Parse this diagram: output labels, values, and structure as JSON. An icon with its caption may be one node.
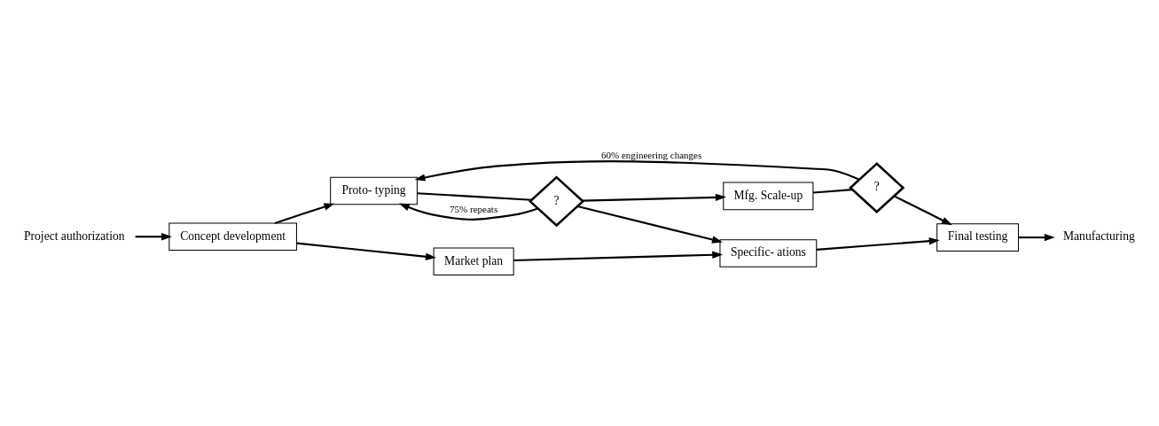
{
  "diagram": {
    "nodes": [
      {
        "text": [
          "Concept development"
        ]
      },
      {
        "text": [
          "Project authorization"
        ]
      },
      {
        "text": [
          "Proto- typing"
        ]
      },
      {
        "text": [
          "?"
        ]
      },
      {
        "text": [
          "Mfg. Scale-up"
        ]
      },
      {
        "text": [
          "?"
        ]
      },
      {
        "text": [
          "Final testing"
        ]
      },
      {
        "text": [
          "Market plan"
        ]
      },
      {
        "text": [
          "Specific- ations"
        ]
      },
      {
        "text": [
          "Manufacturing"
        ]
      }
    ],
    "edges": [
      {
        "from": 1,
        "to": 0,
        "arrow": "to"
      },
      {
        "from": 0,
        "to": 2,
        "arrow": "to"
      },
      {
        "from": 0,
        "to": 7,
        "arrow": "to"
      },
      {
        "from": 2,
        "to": 3,
        "arrow": "none"
      },
      {
        "from": 3,
        "to": 2,
        "arrow": "to",
        "label": "75% repeats"
      },
      {
        "from": 3,
        "to": 4,
        "arrow": "to"
      },
      {
        "from": 3,
        "to": 8,
        "arrow": "to"
      },
      {
        "from": 7,
        "to": 8,
        "arrow": "to"
      },
      {
        "from": 4,
        "to": 5,
        "arrow": "none"
      },
      {
        "from": 5,
        "to": 2,
        "arrow": "to",
        "label": "60% engineering changes"
      },
      {
        "from": 5,
        "to": 6,
        "arrow": "to"
      },
      {
        "from": 8,
        "to": 6,
        "arrow": "to"
      },
      {
        "from": 6,
        "to": 9,
        "arrow": "to"
      }
    ]
  }
}
